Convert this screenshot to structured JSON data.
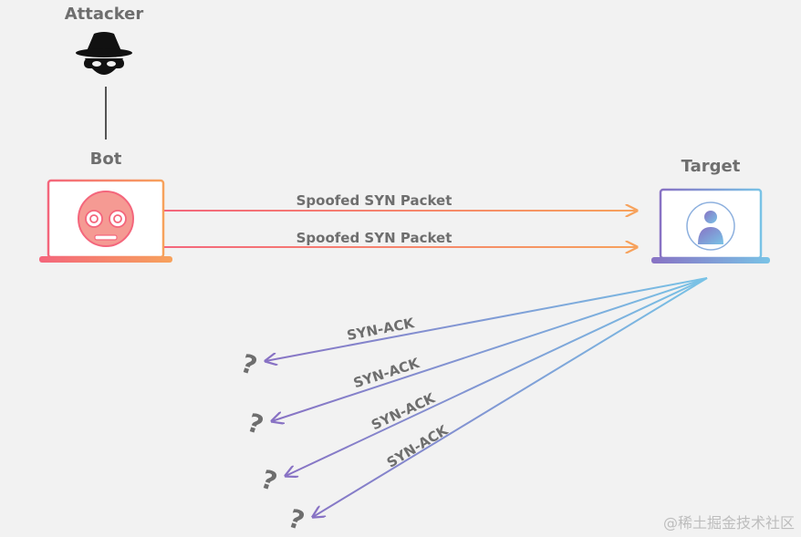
{
  "attacker": {
    "label": "Attacker"
  },
  "bot": {
    "label": "Bot"
  },
  "target": {
    "label": "Target"
  },
  "spoofed_packets": [
    "Spoofed SYN Packet",
    "Spoofed SYN Packet"
  ],
  "syn_ack_replies": [
    "SYN-ACK",
    "SYN-ACK",
    "SYN-ACK",
    "SYN-ACK"
  ],
  "unknown_marks": [
    "?",
    "?",
    "?",
    "?"
  ],
  "watermark": "@稀土掘金技术社区",
  "colors": {
    "background": "#f2f2f2",
    "label_gray": "#6e6e6e",
    "bot_gradient_start": "#f4667c",
    "bot_gradient_end": "#f7a25c",
    "target_gradient_start": "#8872c4",
    "target_gradient_end": "#79c3e6",
    "attacker_black": "#111111"
  }
}
